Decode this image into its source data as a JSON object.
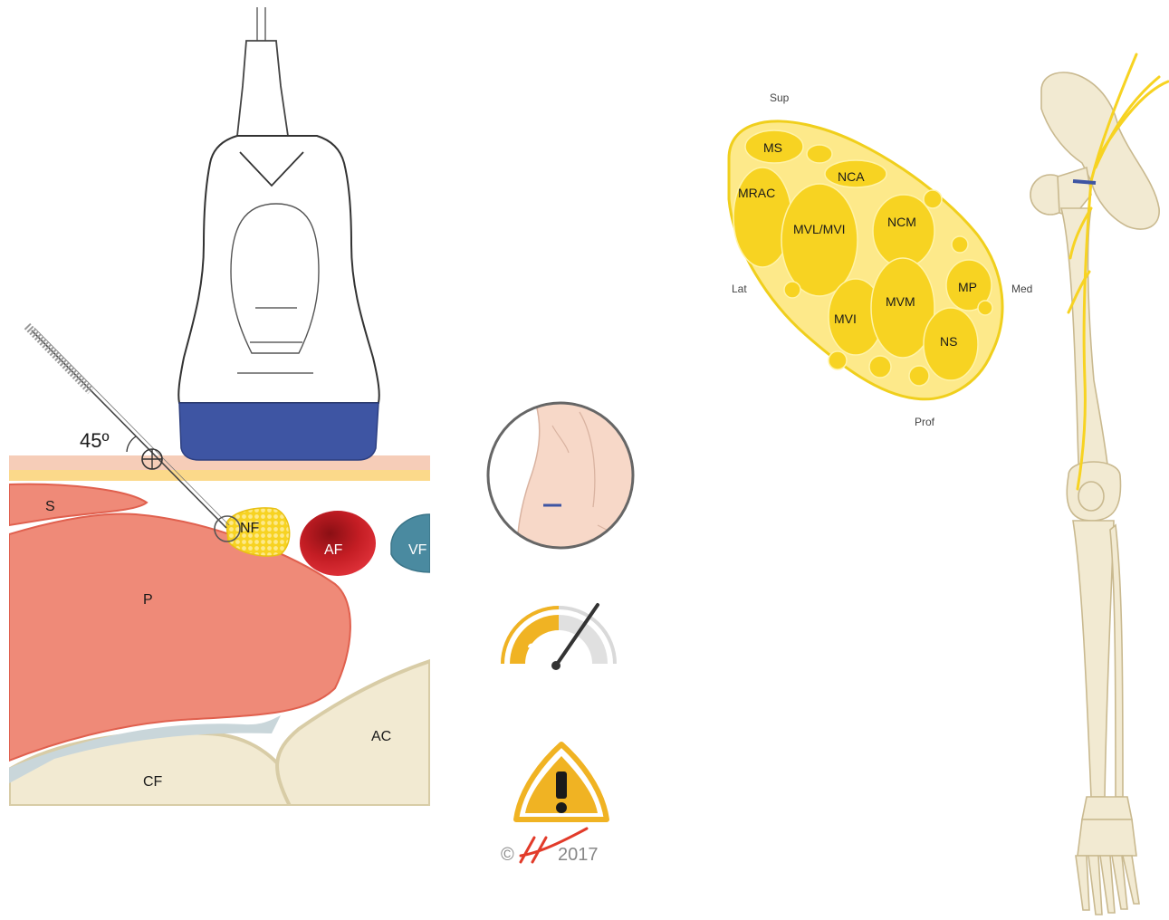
{
  "figure": {
    "angle_label": "45º",
    "structures": {
      "s": "S",
      "p": "P",
      "nf": "NF",
      "af": "AF",
      "vf": "VF",
      "cf": "CF",
      "ac": "AC"
    },
    "difficulty_level": "2",
    "copyright_year": "2017",
    "copyright_symbol": "©",
    "nerve_section": {
      "orientation": {
        "sup": "Sup",
        "lat": "Lat",
        "med": "Med",
        "prof": "Prof"
      },
      "fascicles": {
        "ms": "MS",
        "nca": "NCA",
        "mrac": "MRAC",
        "mvl_mvi": "MVL/MVI",
        "ncm": "NCM",
        "mp": "MP",
        "mvm": "MVM",
        "mvi": "MVI",
        "ns": "NS"
      }
    },
    "colors": {
      "probe_footprint": "#3e55a3",
      "skin": "#f6cdb8",
      "fat": "#fbd98a",
      "muscle": "#ef8a78",
      "artery": "#d7262c",
      "vein": "#4a8aa0",
      "nerve": "#f7d322",
      "bone": "#f2ead2",
      "warning": "#f0b323"
    }
  }
}
